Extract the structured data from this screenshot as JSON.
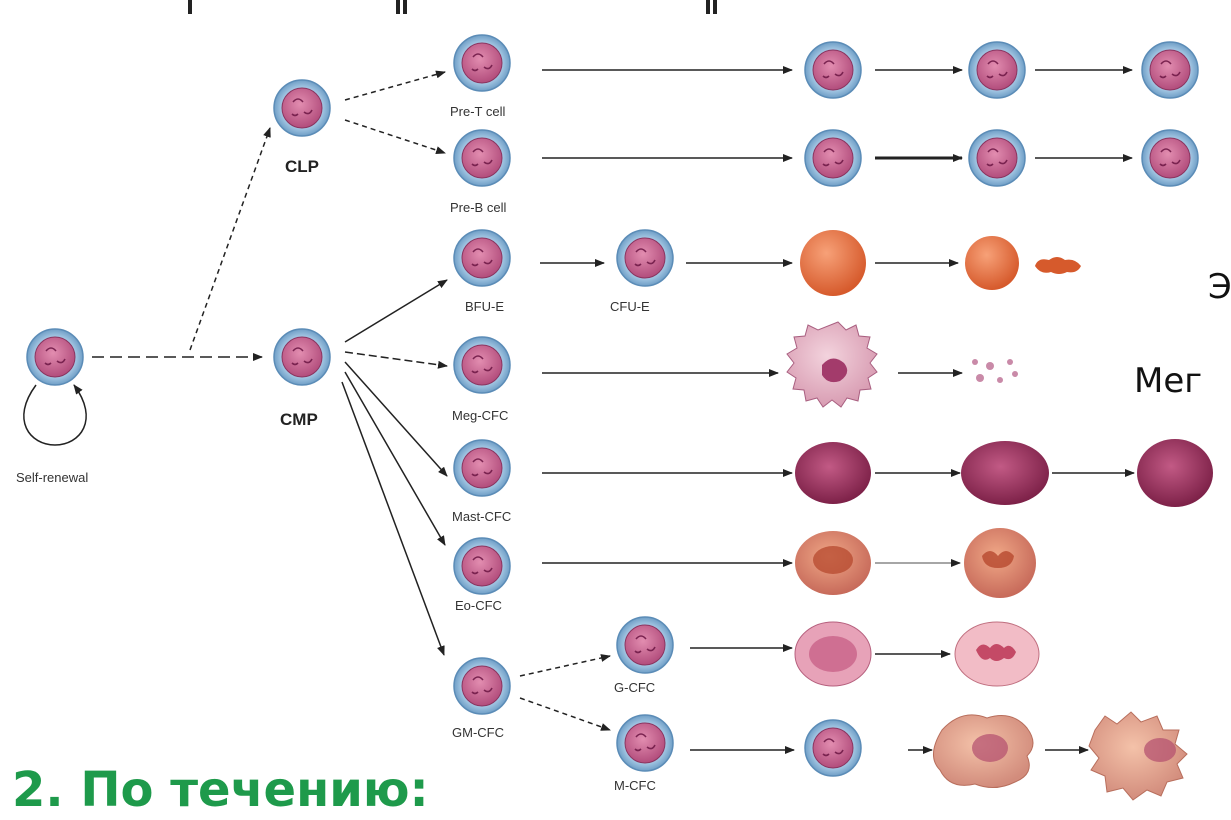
{
  "diagram": {
    "stem_cell_label": "Self-renewal",
    "progenitors": {
      "lymphoid": "CLP",
      "myeloid": "CMP"
    },
    "lineage_labels": {
      "pre_t": "Pre-T cell",
      "pre_b": "Pre-B cell",
      "bfu_e": "BFU-E",
      "cfu_e": "CFU-E",
      "meg_cfc": "Meg-CFC",
      "mast_cfc": "Mast-CFC",
      "eo_cfc": "Eo-CFC",
      "gm_cfc": "GM-CFC",
      "g_cfc": "G-CFC",
      "m_cfc": "M-CFC"
    },
    "side_labels": {
      "erythro_fragment": "Э",
      "mega_fragment": "Мег"
    }
  },
  "heading": "2. По течению:",
  "colors": {
    "heading": "#1e9a4b",
    "cell_membrane": "#7fb0d8",
    "cell_nucleus": "#c85a8c",
    "erythrocyte": "#e06a3a",
    "granulocyte": "#9a2c5a"
  }
}
